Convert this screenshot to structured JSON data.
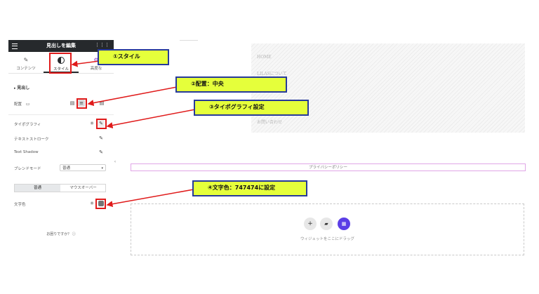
{
  "editor": {
    "title": "見出しを編集",
    "tabs": {
      "contents": "コンテンツ",
      "style": "スタイル",
      "advanced": "高度な"
    },
    "section_heading": "見出し",
    "alignment_label": "配置",
    "typography_label": "タイポグラフィ",
    "text_stroke_label": "テキストストローク",
    "text_shadow_label": "Text Shadow",
    "blend_mode_label": "ブレンドモード",
    "blend_mode_value": "普通",
    "state_normal": "普通",
    "state_hover": "マウスオーバー",
    "text_color_label": "文字色",
    "help_text": "お困りですか？"
  },
  "canvas": {
    "menu": [
      "HOME",
      "LILASについて",
      "お問い合わせ"
    ],
    "privacy": "プライバシーポリシー",
    "dropzone_text": "ウィジェットをここにドラッグ"
  },
  "callouts": {
    "step1": "①スタイル",
    "step2": "②配置：中央",
    "step3": "③タイポグラフィ設定",
    "step4": "④文字色：747474に設定"
  },
  "colors": {
    "callout_fill": "#e5ff3b",
    "callout_border": "#273a9a",
    "arrow": "#e01b1b",
    "widget_purple": "#5b3ee6"
  }
}
